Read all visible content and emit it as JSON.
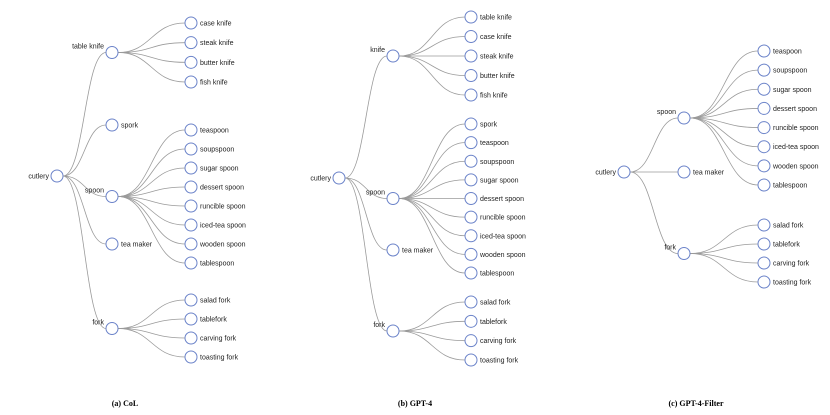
{
  "colors": {
    "node_stroke": "#6b83c9",
    "link": "#9a9a9a"
  },
  "panels": [
    {
      "caption": "(a) CoL",
      "tree": {
        "name": "cutlery",
        "children": [
          {
            "name": "table knife",
            "children": [
              {
                "name": "case knife"
              },
              {
                "name": "steak knife"
              },
              {
                "name": "butter knife"
              },
              {
                "name": "fish knife"
              }
            ]
          },
          {
            "name": "spork"
          },
          {
            "name": "spoon",
            "children": [
              {
                "name": "teaspoon"
              },
              {
                "name": "soupspoon"
              },
              {
                "name": "sugar spoon"
              },
              {
                "name": "dessert spoon"
              },
              {
                "name": "runcible spoon"
              },
              {
                "name": "iced-tea spoon"
              },
              {
                "name": "wooden spoon"
              },
              {
                "name": "tablespoon"
              }
            ]
          },
          {
            "name": "tea maker"
          },
          {
            "name": "fork",
            "children": [
              {
                "name": "salad fork"
              },
              {
                "name": "tablefork"
              },
              {
                "name": "carving fork"
              },
              {
                "name": "toasting fork"
              }
            ]
          }
        ]
      }
    },
    {
      "caption": "(b) GPT-4",
      "tree": {
        "name": "cutlery",
        "children": [
          {
            "name": "knife",
            "children": [
              {
                "name": "table knife"
              },
              {
                "name": "case knife"
              },
              {
                "name": "steak knife"
              },
              {
                "name": "butter knife"
              },
              {
                "name": "fish knife"
              }
            ]
          },
          {
            "name": "spoon",
            "children": [
              {
                "name": "spork"
              },
              {
                "name": "teaspoon"
              },
              {
                "name": "soupspoon"
              },
              {
                "name": "sugar spoon"
              },
              {
                "name": "dessert spoon"
              },
              {
                "name": "runcible spoon"
              },
              {
                "name": "iced-tea spoon"
              },
              {
                "name": "wooden spoon"
              },
              {
                "name": "tablespoon"
              }
            ]
          },
          {
            "name": "tea maker"
          },
          {
            "name": "fork",
            "children": [
              {
                "name": "salad fork"
              },
              {
                "name": "tablefork"
              },
              {
                "name": "carving fork"
              },
              {
                "name": "toasting fork"
              }
            ]
          }
        ]
      }
    },
    {
      "caption": "(c) GPT-4-Filter",
      "tree": {
        "name": "cutlery",
        "children": [
          {
            "name": "spoon",
            "children": [
              {
                "name": "teaspoon"
              },
              {
                "name": "soupspoon"
              },
              {
                "name": "sugar spoon"
              },
              {
                "name": "dessert spoon"
              },
              {
                "name": "runcible spoon"
              },
              {
                "name": "iced-tea spoon"
              },
              {
                "name": "wooden spoon"
              },
              {
                "name": "tablespoon"
              }
            ]
          },
          {
            "name": "tea maker"
          },
          {
            "name": "fork",
            "children": [
              {
                "name": "salad fork"
              },
              {
                "name": "tablefork"
              },
              {
                "name": "carving fork"
              },
              {
                "name": "toasting fork"
              }
            ]
          }
        ]
      }
    }
  ]
}
